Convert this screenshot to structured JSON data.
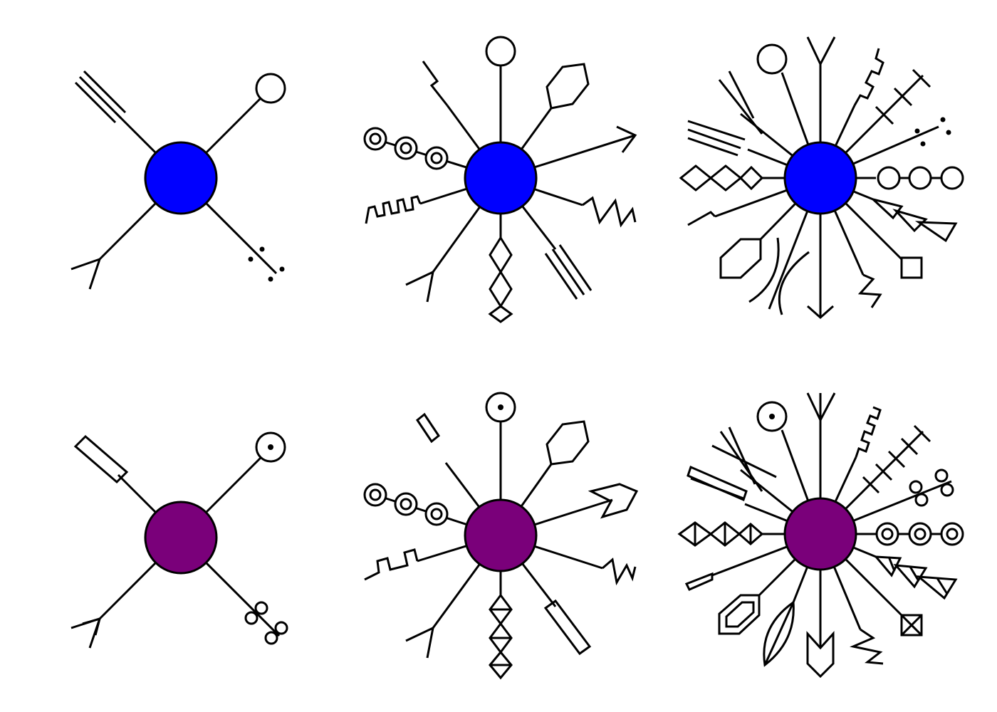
{
  "colors": {
    "line": "#000000",
    "background": "#ffffff",
    "hub_blue": "#0000ff",
    "hub_purple": "#7a007a"
  },
  "glyphs": [
    {
      "row": "top",
      "col": 1,
      "hub_color": "#0000ff",
      "arms": 4
    },
    {
      "row": "top",
      "col": 2,
      "hub_color": "#0000ff",
      "arms": 10
    },
    {
      "row": "top",
      "col": 3,
      "hub_color": "#0000ff",
      "arms": 16
    },
    {
      "row": "bottom",
      "col": 1,
      "hub_color": "#7a007a",
      "arms": 4
    },
    {
      "row": "bottom",
      "col": 2,
      "hub_color": "#7a007a",
      "arms": 10
    },
    {
      "row": "bottom",
      "col": 3,
      "hub_color": "#7a007a",
      "arms": 16
    }
  ]
}
